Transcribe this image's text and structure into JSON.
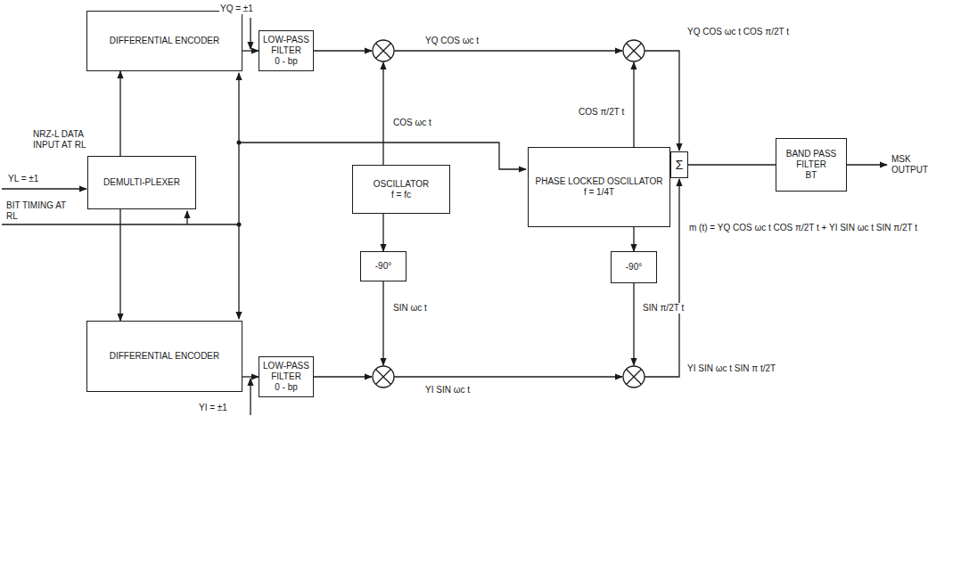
{
  "diagram": {
    "nodes": [
      {
        "text": [
          "DIFFERENTIAL ENCODER"
        ]
      },
      {
        "text": [
          "LOW-PASS FILTER",
          "0 - bp"
        ]
      },
      {
        "text": [
          "DEMULTI-PLEXER"
        ]
      },
      {
        "text": [
          "OSCILLATOR",
          "f = fc"
        ]
      },
      {
        "text": [
          "PHASE LOCKED OSCILLATOR",
          "f = 1/4T"
        ]
      },
      {
        "text": [
          "Σ"
        ]
      },
      {
        "text": [
          "BAND PASS FILTER",
          "BT"
        ]
      },
      {
        "text": [
          "-90°"
        ]
      },
      {
        "text": [
          "-90°"
        ]
      },
      {
        "text": [
          "DIFFERENTIAL ENCODER"
        ]
      },
      {
        "text": [
          "LOW-PASS FILTER",
          "0 - bp"
        ]
      }
    ],
    "edges": [
      {
        "from": 2,
        "to": 0,
        "arrow": "to"
      },
      {
        "from": 2,
        "to": 9,
        "arrow": "to"
      },
      {
        "from": 0,
        "to": 1,
        "arrow": "to"
      },
      {
        "from": 9,
        "to": 10,
        "arrow": "to"
      },
      {
        "from": 3,
        "to": 7,
        "arrow": "to"
      },
      {
        "from": 4,
        "to": 8,
        "arrow": "to"
      },
      {
        "from": 5,
        "to": 6,
        "arrow": "none"
      }
    ],
    "labels": [
      "YQ = ±1",
      "NRZ-L DATA INPUT AT RL",
      "YL = ±1",
      "BIT TIMING AT RL",
      "YQ COS ωc t",
      "COS ωc t",
      "YQ COS ωc t COS π/2T t",
      "COS π/2T t",
      "SIN ωc t",
      "SIN π/2T t",
      "YI SIN ωc t",
      "YI SIN ωc t SIN π t/2T",
      "m (t) = YQ COS ωc t COS π/2T t + YI SIN ωc t SIN π/2T t",
      "MSK OUTPUT",
      "YI = ±1"
    ]
  }
}
